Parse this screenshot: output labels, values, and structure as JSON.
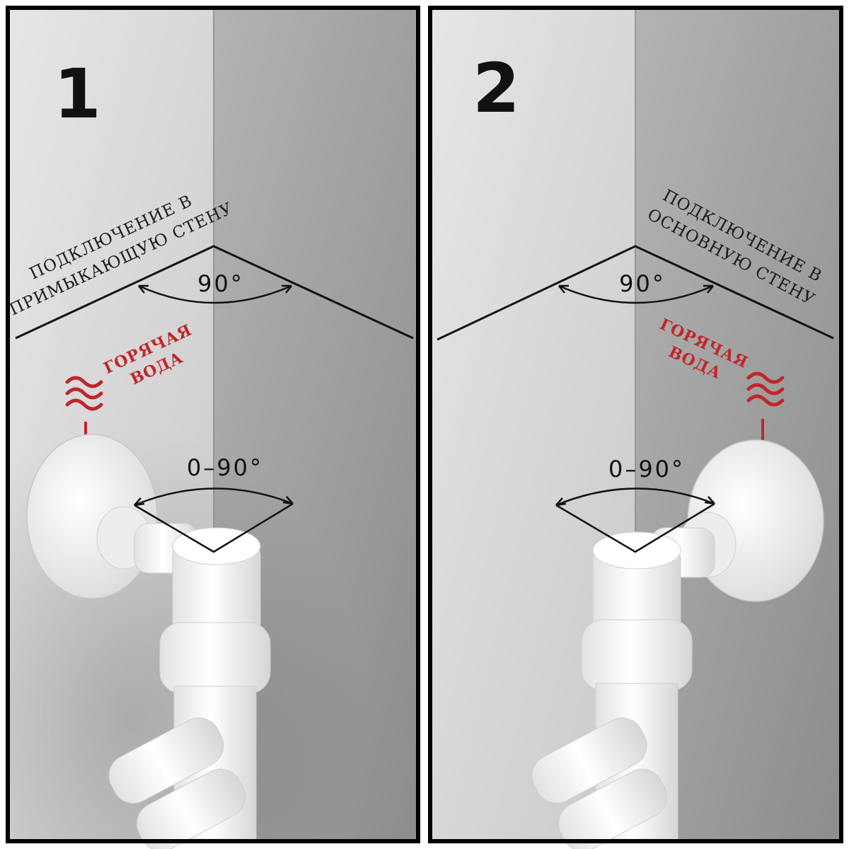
{
  "panels": [
    {
      "number": "1",
      "connection_line1": "ПОДКЛЮЧЕНИЕ В",
      "connection_line2": "ПРИМЫКАЮЩУЮ СТЕНУ",
      "wall_angle": "90°",
      "hot_line1": "ГОРЯЧАЯ",
      "hot_line2": "ВОДА",
      "rotation_range": "0–90°"
    },
    {
      "number": "2",
      "connection_line1": "ПОДКЛЮЧЕНИЕ В",
      "connection_line2": "ОСНОВНУЮ СТЕНУ",
      "wall_angle": "90°",
      "hot_line1": "ГОРЯЧАЯ",
      "hot_line2": "ВОДА",
      "rotation_range": "0–90°"
    }
  ],
  "colors": {
    "frame": "#000000",
    "left_wall": "#d9d9d9",
    "right_wall": "#9e9e9e",
    "hot_water": "#c0262a",
    "fitting": "#f4f4f4"
  }
}
